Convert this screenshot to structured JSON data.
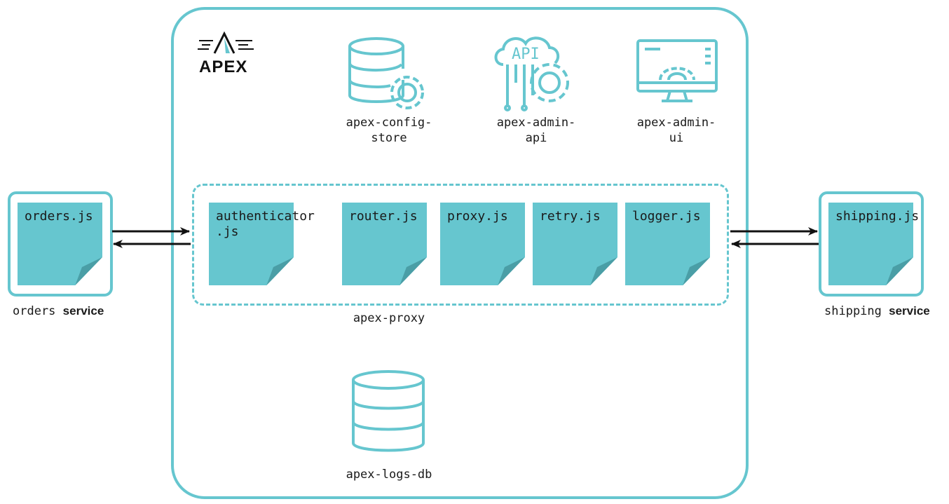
{
  "logo": {
    "text": "APEX"
  },
  "components": {
    "config_store": "apex-config-\nstore",
    "admin_api": "apex-admin-\napi",
    "admin_api_icon_text": "API",
    "admin_ui": "apex-admin-\nui",
    "logs_db": "apex-logs-db"
  },
  "proxy": {
    "label": "apex-proxy",
    "files": [
      "authenticator\n.js",
      "router.js",
      "proxy.js",
      "retry.js",
      "logger.js"
    ]
  },
  "orders": {
    "file": "orders.js",
    "name": "orders",
    "suffix": "service"
  },
  "shipping": {
    "file": "shipping.js",
    "name": "shipping",
    "suffix": "service"
  },
  "colors": {
    "accent": "#66c6cf",
    "fold": "#4a9ea6"
  }
}
